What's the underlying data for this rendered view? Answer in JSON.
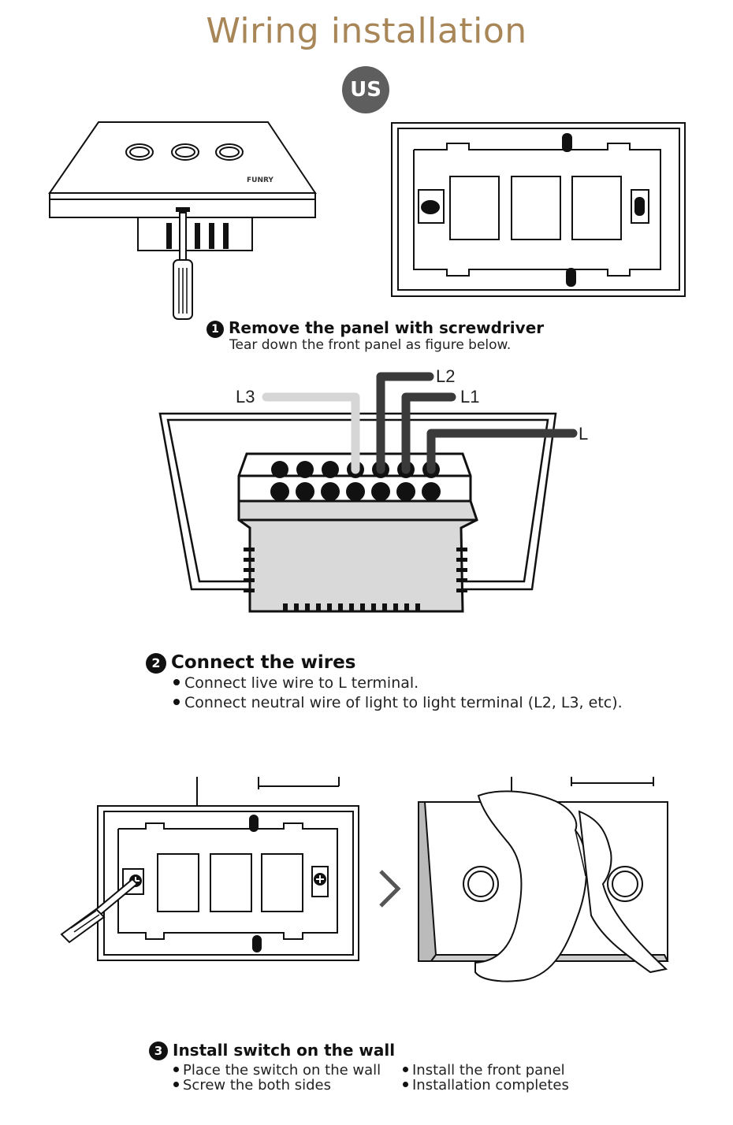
{
  "title": "Wiring installation",
  "region_badge": "US",
  "brand_mark": "FUNRY",
  "step1": {
    "number": "1",
    "title": "Remove the panel with screwdriver",
    "subtitle": "Tear down the front panel as figure below."
  },
  "wiring": {
    "labels": {
      "l3": "L3",
      "l2": "L2",
      "l1": "L1",
      "l": "L"
    },
    "colors": {
      "l3": "#d6d6d6",
      "l2": "#3a3a3a",
      "l1": "#3a3a3a",
      "l": "#3a3a3a"
    }
  },
  "step2": {
    "number": "2",
    "title": "Connect the wires",
    "bullets": [
      "Connect live wire to L terminal.",
      "Connect neutral wire of light to light terminal (L2, L3, etc)."
    ]
  },
  "step3": {
    "number": "3",
    "title": "Install switch on the wall",
    "left_bullets": [
      "Place the switch on the wall",
      "Screw the both sides"
    ],
    "right_bullets": [
      "Install the front panel",
      "Installation completes"
    ]
  },
  "colors": {
    "title": "#a88658",
    "badge": "#5e5e5e",
    "ink": "#111111"
  }
}
